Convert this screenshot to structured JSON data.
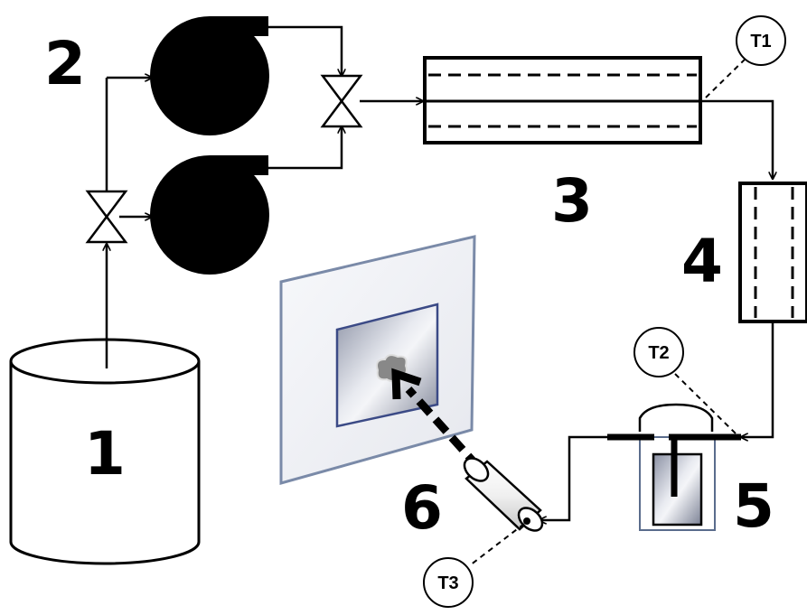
{
  "components": {
    "tank": {
      "label": "1"
    },
    "pumps": {
      "label": "2"
    },
    "heater": {
      "label": "3"
    },
    "cooler": {
      "label": "4"
    },
    "vessel": {
      "label": "5"
    },
    "target_panel": {
      "label": "6"
    }
  },
  "sensors": [
    {
      "label": "T1"
    },
    {
      "label": "T2"
    },
    {
      "label": "T3"
    }
  ],
  "colors": {
    "line": "#000000",
    "panel_border": "#7a8aa8",
    "window_border": "#3b4a86",
    "vessel_border": "#5a6c8c"
  }
}
